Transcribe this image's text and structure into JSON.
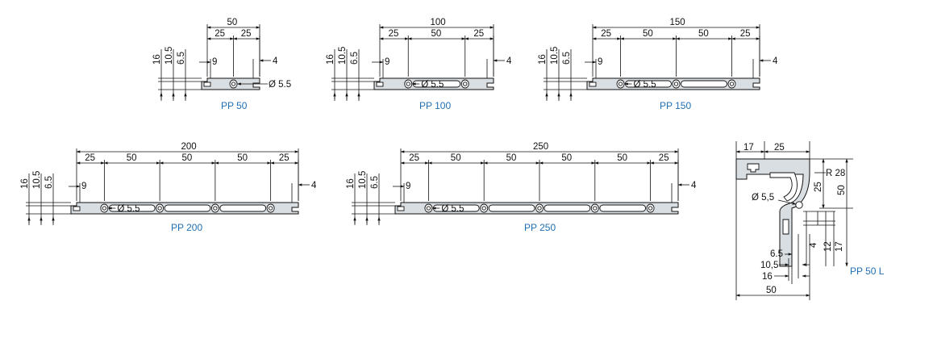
{
  "colors": {
    "label": "#1f6fb5",
    "ink": "#111111",
    "profile_fill": "#d9dee2"
  },
  "profiles": [
    {
      "id": "pp50",
      "label": "PP 50",
      "total": "50",
      "segments": [
        "25",
        "25"
      ],
      "left_dims": [
        "16",
        "10.5",
        "6.5"
      ],
      "inner_dim": "9",
      "right_dim": "4",
      "hole": "Ø 5.5"
    },
    {
      "id": "pp100",
      "label": "PP 100",
      "total": "100",
      "segments": [
        "25",
        "50",
        "25"
      ],
      "left_dims": [
        "16",
        "10.5",
        "6.5"
      ],
      "inner_dim": "9",
      "right_dim": "4",
      "hole": "Ø 5.5"
    },
    {
      "id": "pp150",
      "label": "PP 150",
      "total": "150",
      "segments": [
        "25",
        "50",
        "50",
        "25"
      ],
      "left_dims": [
        "16",
        "10.5",
        "6.5"
      ],
      "inner_dim": "9",
      "right_dim": "4",
      "hole": "Ø 5.5"
    },
    {
      "id": "pp200",
      "label": "PP 200",
      "total": "200",
      "segments": [
        "25",
        "50",
        "50",
        "50",
        "25"
      ],
      "left_dims": [
        "16",
        "10.5",
        "6.5"
      ],
      "inner_dim": "9",
      "right_dim": "4",
      "hole": "Ø 5.5"
    },
    {
      "id": "pp250",
      "label": "PP 250",
      "total": "250",
      "segments": [
        "25",
        "50",
        "50",
        "50",
        "50",
        "25"
      ],
      "left_dims": [
        "16",
        "10.5",
        "6.5"
      ],
      "inner_dim": "9",
      "right_dim": "4",
      "hole": "Ø 5.5"
    }
  ],
  "corner": {
    "label": "PP 50 L",
    "top_dims": [
      "17",
      "25"
    ],
    "radius": "R 28",
    "right_dims": [
      "25",
      "50"
    ],
    "hole": "Ø 5,5",
    "vertical_dims": [
      "4",
      "12",
      "17"
    ],
    "bottom_dims": [
      "6.5",
      "10,5",
      "16",
      "50"
    ]
  }
}
